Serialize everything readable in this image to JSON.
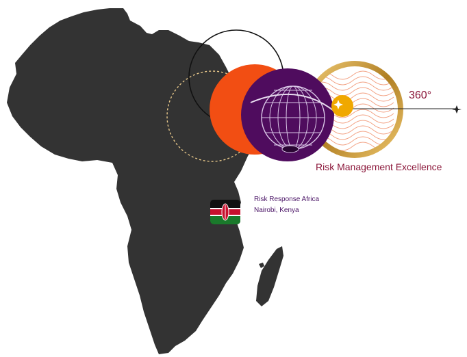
{
  "graphic": {
    "degree_label": "360°",
    "tagline": "Risk Management Excellence"
  },
  "organization": {
    "name": "Risk Response Africa",
    "location": "Nairobi, Kenya",
    "flag_icon": "kenya-flag-icon"
  },
  "colors": {
    "continent": "#333333",
    "orange_circle": "#f24e13",
    "purple_circle": "#4f0c5e",
    "gold_ring": "#c9962a",
    "pattern": "#f2a183",
    "accent_text": "#8a1538",
    "org_text": "#4a1466",
    "sun": "#f0a800"
  }
}
